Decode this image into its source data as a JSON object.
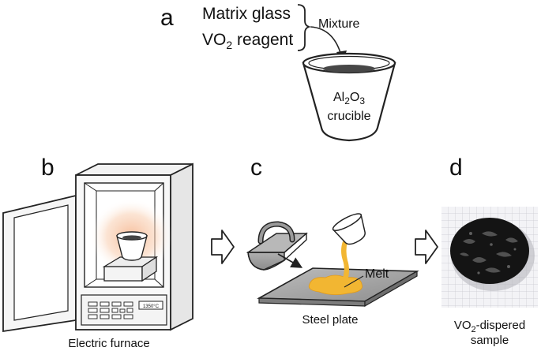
{
  "panels": {
    "a": {
      "letter": "a",
      "line1": "Matrix glass",
      "line2_main": "VO",
      "line2_sub": "2",
      "line2_rest": " reagent",
      "arrow_label": "Mixture",
      "crucible_main": "Al",
      "crucible_sub1": "2",
      "crucible_mid": "O",
      "crucible_sub2": "3",
      "crucible_line2": "crucible"
    },
    "b": {
      "letter": "b",
      "display": "1350°C",
      "caption": "Electric furnace"
    },
    "c": {
      "letter": "c",
      "melt_label": "Melt",
      "caption": "Steel plate"
    },
    "d": {
      "letter": "d",
      "caption_main": "VO",
      "caption_sub": "2",
      "caption_rest": "-dispered",
      "caption_line2": "sample"
    }
  },
  "colors": {
    "stroke": "#222222",
    "furnace_body": "#f4f4f4",
    "furnace_glow": "#f6c9a6",
    "melt": "#f2b632",
    "steel": "#a7a7a7",
    "sample_dark": "#141414"
  }
}
